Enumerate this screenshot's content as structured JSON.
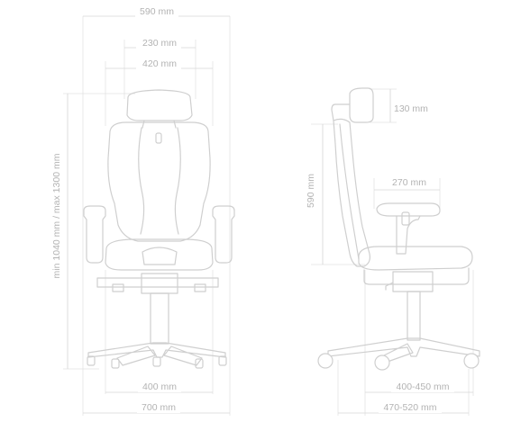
{
  "front_view": {
    "overall_width_label": "590 mm",
    "headrest_width_label": "230 mm",
    "shoulder_width_label": "420 mm",
    "height_label": "min 1040 mm / max 1300 mm",
    "seat_width_label": "400 mm",
    "base_width_label": "700 mm"
  },
  "side_view": {
    "headrest_height_label": "130 mm",
    "backrest_height_label": "590 mm",
    "armrest_length_label": "270 mm",
    "seat_depth_label": "400-450 mm",
    "base_depth_label": "470-520 mm"
  },
  "colors": {
    "line": "#cfcfcf",
    "dimension_line": "#d6d6d6",
    "label_text": "#b3b3b3",
    "background": "#ffffff"
  }
}
